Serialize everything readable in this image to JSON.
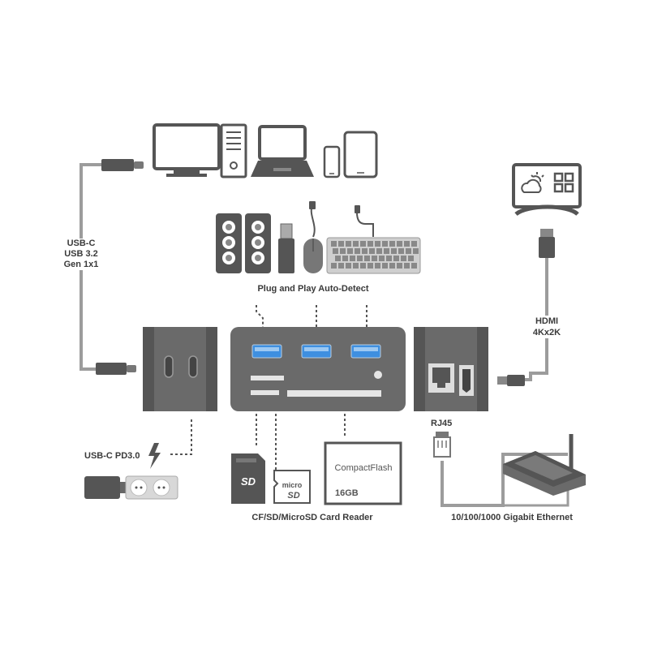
{
  "labels": {
    "usb_c_line1": "USB-C",
    "usb_c_line2": "USB 3.2",
    "usb_c_line3": "Gen 1x1",
    "plug_and_play": "Plug and Play Auto-Detect",
    "hdmi_line1": "HDMI",
    "hdmi_line2": "4Kx2K",
    "usb_c_pd": "USB-C PD3.0",
    "rj45": "RJ45",
    "card_reader": "CF/SD/MicroSD Card Reader",
    "ethernet": "10/100/1000 Gigabit Ethernet",
    "cf_brand": "CompactFlash",
    "cf_capacity": "16GB",
    "sd_logo": "SD",
    "micro_logo": "micro",
    "micro_sd_logo": "SD"
  },
  "colors": {
    "device_dark": "#6a6a6a",
    "device_darker": "#555555",
    "device_light": "#8a8a8a",
    "cable": "#9c9c9c",
    "usb_port_blue": "#3e8fe0",
    "text": "#3a3a3a",
    "light_gray": "#d8d8d8"
  }
}
